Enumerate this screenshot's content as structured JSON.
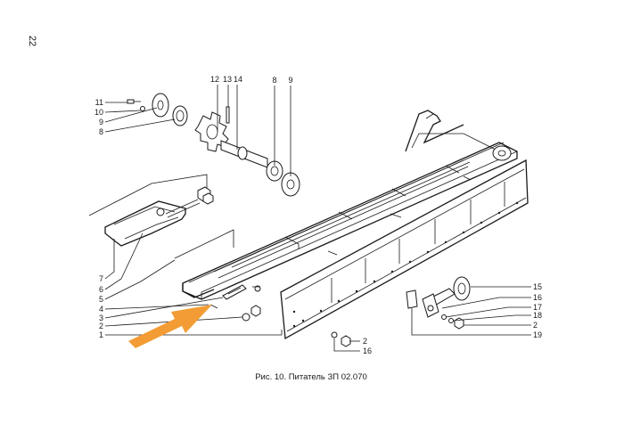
{
  "page_number": "22",
  "caption": "Рис. 10. Питатель ЗП 02.070",
  "colors": {
    "ink": "#1a1a1a",
    "arrow": "#f39c35",
    "background": "#ffffff"
  },
  "callouts_top": [
    "12",
    "13",
    "14",
    "8",
    "9"
  ],
  "callouts_left": [
    "11",
    "10",
    "9",
    "8",
    "7",
    "6",
    "5",
    "4",
    "3",
    "2",
    "1"
  ],
  "callouts_right": [
    "15",
    "16",
    "17",
    "18",
    "2",
    "19"
  ],
  "callouts_bottom": [
    "2",
    "16"
  ]
}
